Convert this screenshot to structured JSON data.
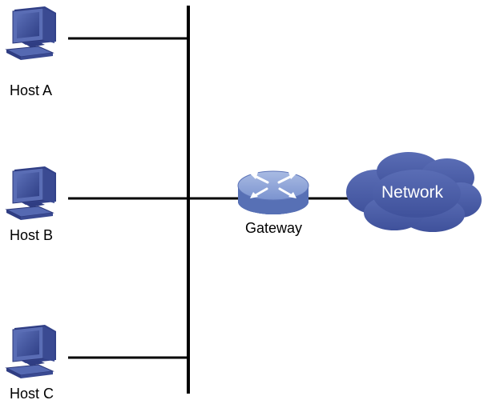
{
  "hosts": [
    {
      "label": "Host A",
      "icon": "computer-icon"
    },
    {
      "label": "Host B",
      "icon": "computer-icon"
    },
    {
      "label": "Host C",
      "icon": "computer-icon"
    }
  ],
  "gateway": {
    "label": "Gateway",
    "icon": "router-icon"
  },
  "network": {
    "label": "Network",
    "icon": "cloud-icon"
  },
  "colors": {
    "device_blue": "#4a5fa3",
    "screen_blue": "#3d4f9a",
    "cloud_blue": "#4d5fa8",
    "router_top": "#8fa5d6",
    "router_side": "#5770b5",
    "line": "#000000"
  }
}
